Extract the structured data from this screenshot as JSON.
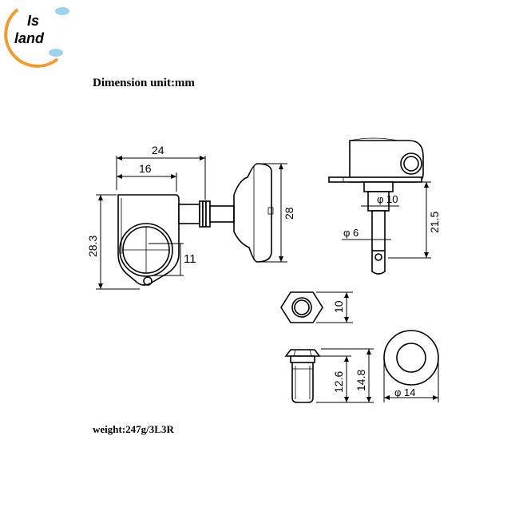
{
  "logo": {
    "text_top": "Is",
    "text_bottom": "land",
    "colors": {
      "arc": "#f39a2b",
      "cloud": "#9bd2ee",
      "text": "#1b1b1b"
    }
  },
  "header": {
    "dimension_unit": "Dimension unit:mm"
  },
  "footer": {
    "weight": "weight:247g/3L3R"
  },
  "dimensions": {
    "overall_width": "24",
    "body_width": "16",
    "body_height": "28.3",
    "hole_offset": "11",
    "button_height": "28",
    "shaft_diameter_10": "φ 10",
    "shaft_diameter_6": "φ 6",
    "post_height": "21.5",
    "nut_width": "10",
    "bushing_height_small": "12.6",
    "bushing_height_large": "14.8",
    "washer_diameter": "φ 14"
  }
}
